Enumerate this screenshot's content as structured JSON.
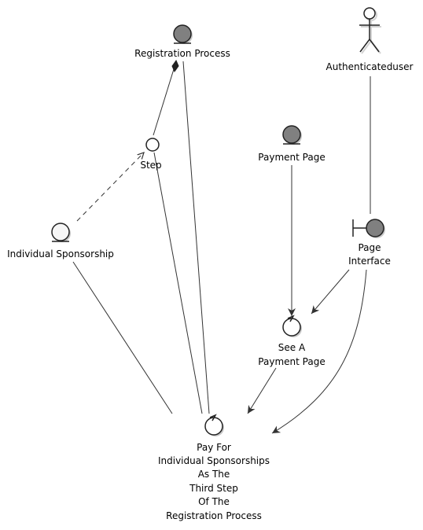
{
  "colors": {
    "entity_fill": "#808080",
    "light_fill": "#ffffff",
    "stroke": "#222222",
    "line": "#333333",
    "shadow": "#c8c8c8"
  },
  "nodes": {
    "registration_process": {
      "label": "Registration Process",
      "icon": "entity-icon"
    },
    "authenticated_user": {
      "label": "Authenticateduser",
      "icon": "actor-icon"
    },
    "step": {
      "label": "Step",
      "icon": "interface-circle-icon"
    },
    "payment_page": {
      "label": "Payment Page",
      "icon": "entity-icon"
    },
    "individual_sponsorship": {
      "label": "Individual Sponsorship",
      "icon": "entity-icon"
    },
    "page_interface": {
      "label_lines": [
        "Page",
        "Interface"
      ],
      "icon": "boundary-icon"
    },
    "see_a_payment_page": {
      "label_lines": [
        "See A",
        "Payment Page"
      ],
      "icon": "control-icon"
    },
    "pay_for": {
      "label_lines": [
        "Pay For",
        "Individual Sponsorships",
        "As The",
        "Third Step",
        "Of The",
        "Registration Process"
      ],
      "icon": "control-icon"
    }
  }
}
